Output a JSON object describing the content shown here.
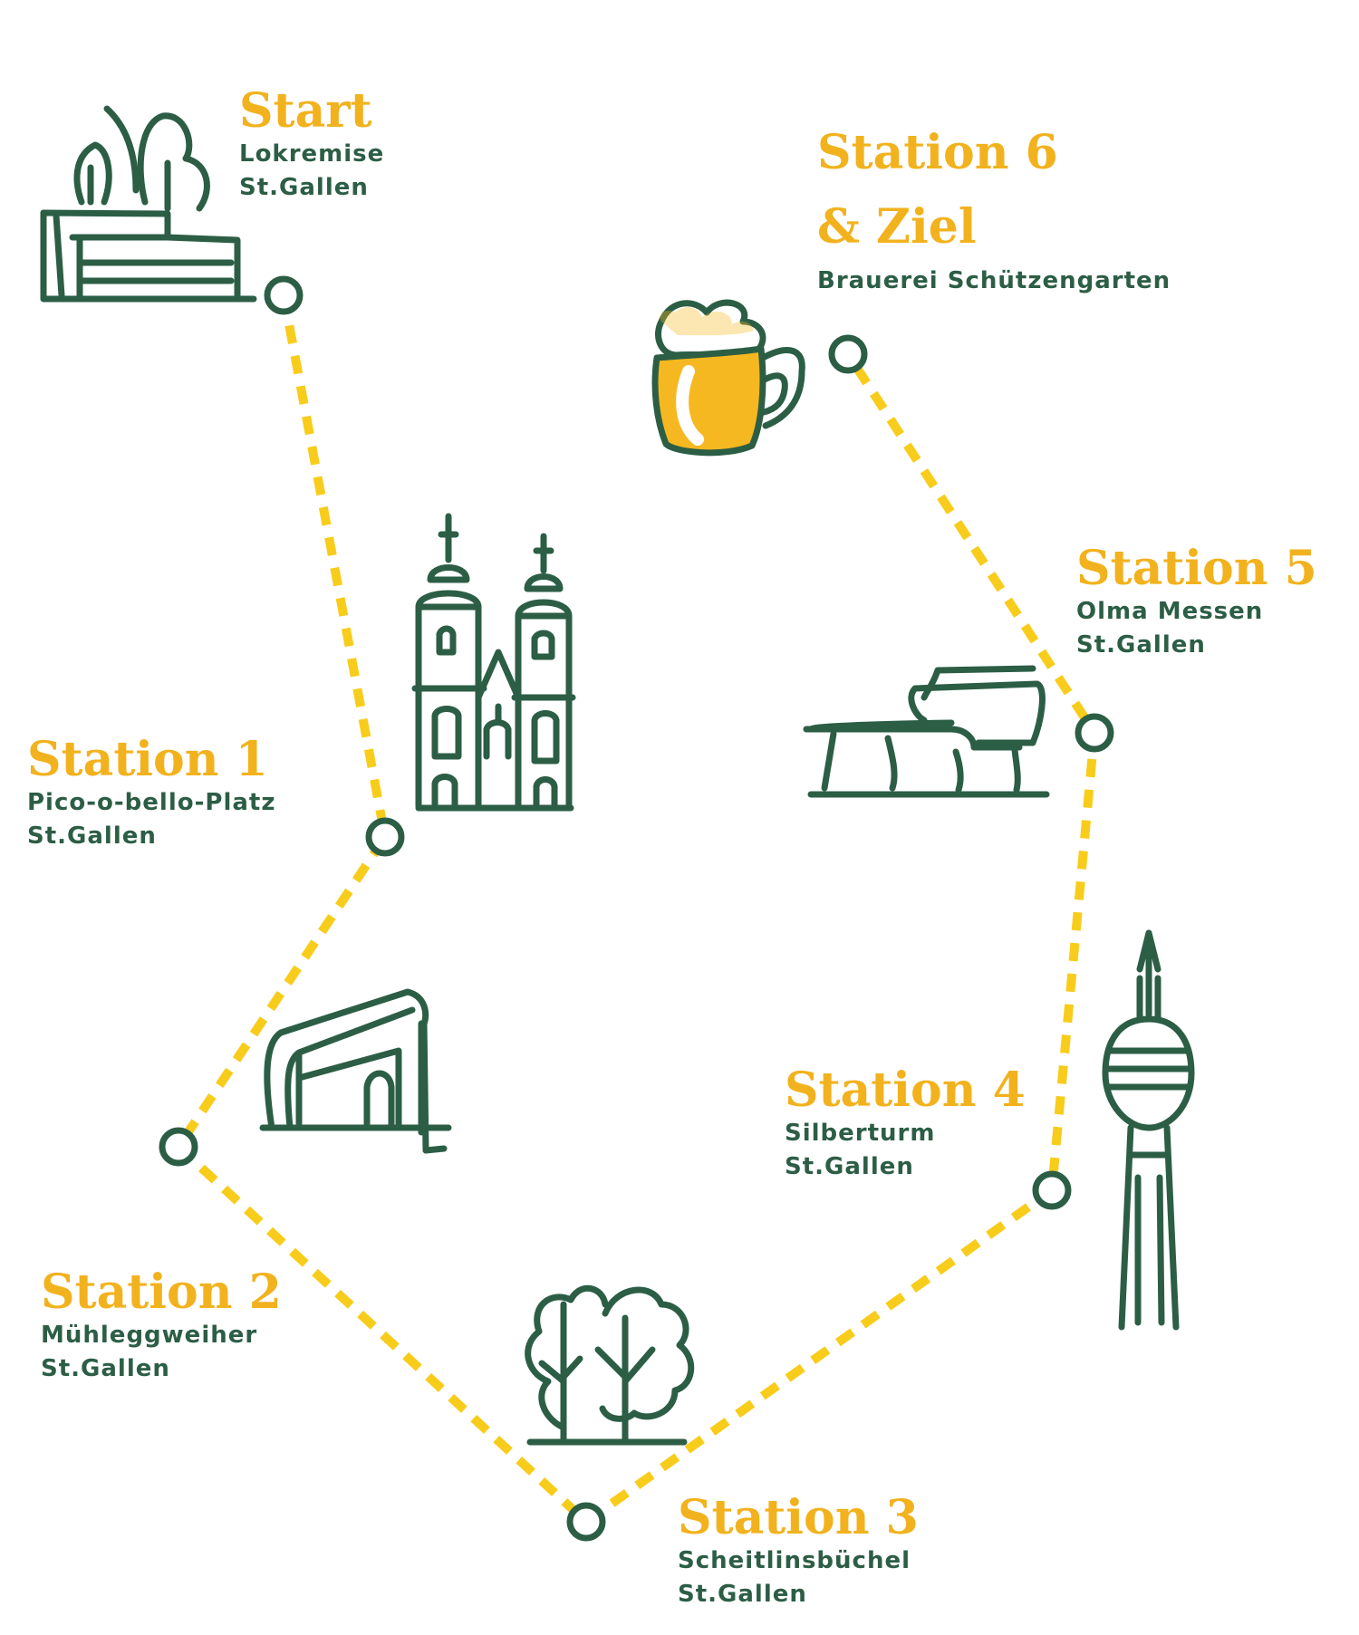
{
  "colors": {
    "route": "#F8CC1B",
    "icon": "#2C5E45",
    "title": "#F2B21E",
    "text": "#2C5E45",
    "beer": "#F6B820"
  },
  "stations": [
    {
      "title": "Start",
      "lines": [
        "Lokremise",
        "St.Gallen"
      ],
      "icon": "train-depot-icon"
    },
    {
      "title": "Station 1",
      "lines": [
        "Pico-o-bello-Platz",
        "St.Gallen"
      ],
      "icon": "cathedral-icon"
    },
    {
      "title": "Station 2",
      "lines": [
        "Mühleggweiher",
        "St.Gallen"
      ],
      "icon": "building-icon"
    },
    {
      "title": "Station 3",
      "lines": [
        "Scheitlinsbüchel",
        "St.Gallen"
      ],
      "icon": "trees-icon"
    },
    {
      "title": "Station 4",
      "lines": [
        "Silberturm",
        "St.Gallen"
      ],
      "icon": "tower-icon"
    },
    {
      "title": "Station 5",
      "lines": [
        "Olma Messen",
        "St.Gallen"
      ],
      "icon": "bench-icon"
    },
    {
      "title": "Station 6 & Ziel",
      "title_lines": [
        "Station 6",
        "& Ziel"
      ],
      "lines": [
        "Brauerei Schützengarten"
      ],
      "icon": "beer-mug-icon"
    }
  ]
}
